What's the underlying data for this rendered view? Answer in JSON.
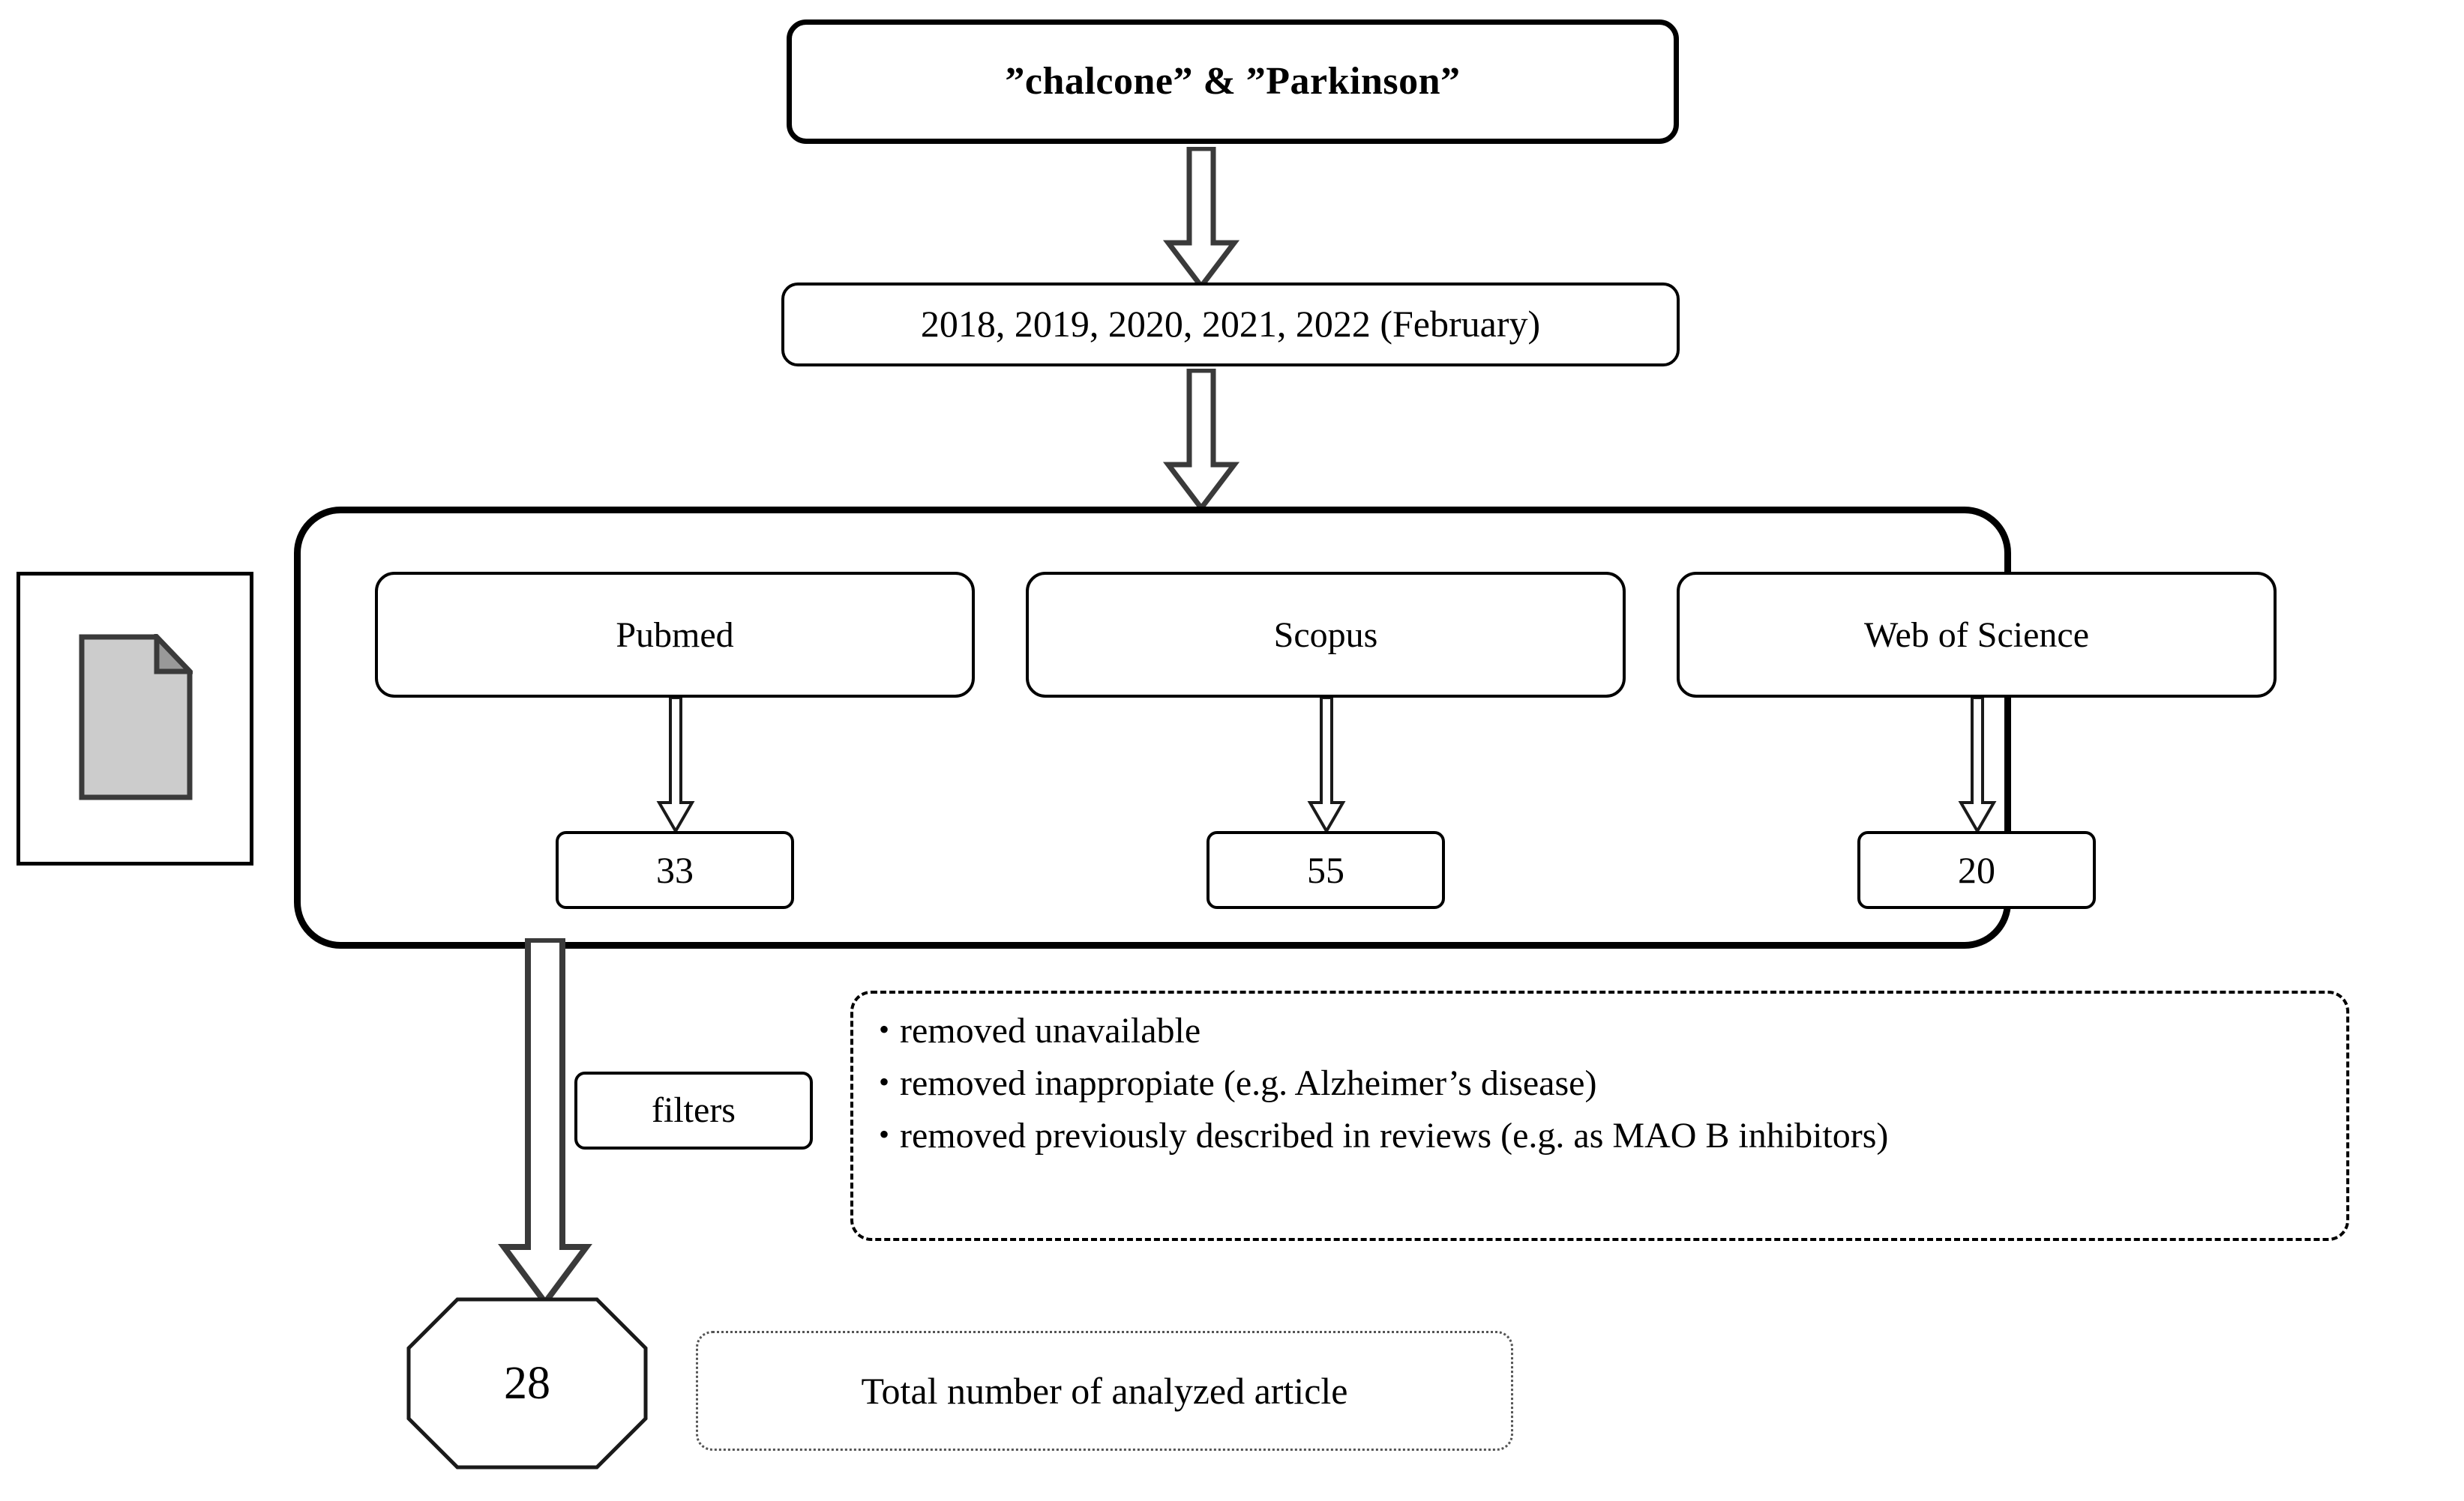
{
  "diagram": {
    "title_query": "”chalcone” & ”Parkinson”",
    "years": "2018, 2019, 2020, 2021, 2022 (February)",
    "databases": [
      {
        "name": "Pubmed",
        "count": "33"
      },
      {
        "name": "Scopus",
        "count": "55"
      },
      {
        "name": "Web of Science",
        "count": "20"
      }
    ],
    "filters_label": "filters",
    "exclusions": {
      "bullet": "•",
      "items": [
        "removed  unavailable",
        "removed  inappropiate  (e.g. Alzheimer’s  disease)",
        "removed  previously  described  in reviews  (e.g. as MAO B inhibitors)"
      ]
    },
    "total": {
      "value": "28",
      "label": "Total number of analyzed  article"
    },
    "icons": {
      "document": "document-page-icon"
    },
    "colors": {
      "stroke": "#000000",
      "document_fill": "#cccccc",
      "document_fold": "#999999",
      "dotted_border": "#555555"
    }
  }
}
